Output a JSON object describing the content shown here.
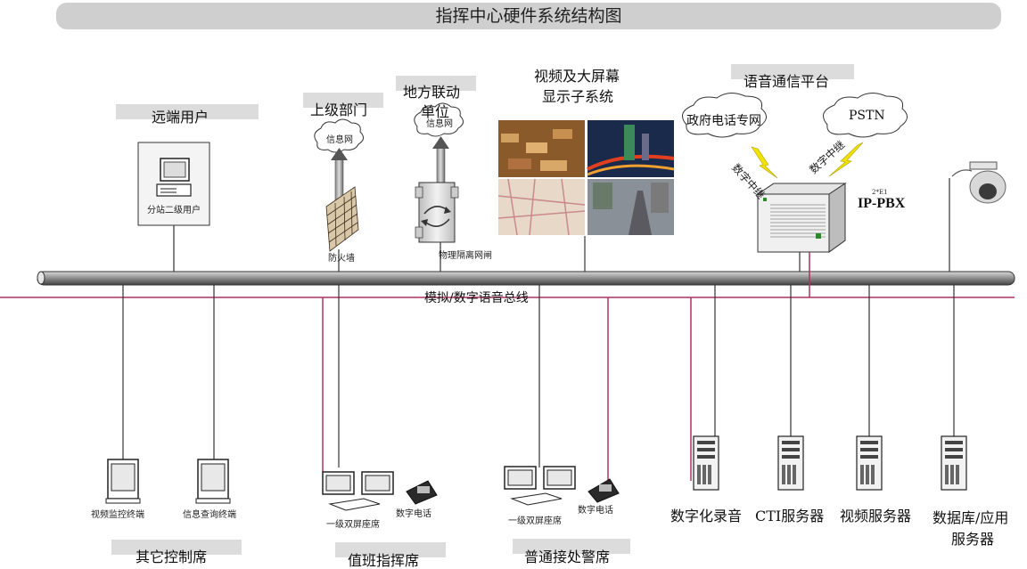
{
  "title": "指挥中心硬件系统结构图",
  "groups": {
    "remote_users": "远端用户",
    "superior_dept": "上级部门",
    "local_link_line1": "地方联动",
    "local_link_line2": "单位",
    "video_wall_line1": "视频及大屏幕",
    "video_wall_line2": "显示子系统",
    "voice_platform": "语音通信平台",
    "other_consoles": "其它控制席",
    "duty_command": "值班指挥席",
    "general_police": "普通接处警席"
  },
  "cloud_labels": {
    "info_net_1": "信息网",
    "info_net_2": "信息网",
    "gov_phone_net": "政府电话专网",
    "pstn": "PSTN"
  },
  "device_labels": {
    "substation_user": "分站二级用户",
    "firewall": "防火墙",
    "physical_gateway": "物理隔离网闸",
    "digital_trunk_1": "数字中继",
    "digital_trunk_2": "数字中继",
    "pbx_small": "2*E1",
    "ip_pbx": "IP-PBX",
    "bus": "模拟/数字语音总线",
    "video_monitor_terminal": "视频监控终端",
    "info_query_terminal": "信息查询终端",
    "dual_screen_1": "一级双屏座席",
    "digital_phone_1": "数字电话",
    "dual_screen_2": "一级双屏座席",
    "digital_phone_2": "数字电话"
  },
  "servers": {
    "recorder": "数字化录音",
    "cti": "CTI服务器",
    "video_server": "视频服务器",
    "db_line1": "数据库/应用",
    "db_line2": "服务器"
  },
  "colors": {
    "title_bg": "#cfcfcf",
    "label_bg": "#dcdcdc",
    "voice_line": "#b03060",
    "bus_fill": "#8c8c8c",
    "lightning": "#f2e200"
  }
}
